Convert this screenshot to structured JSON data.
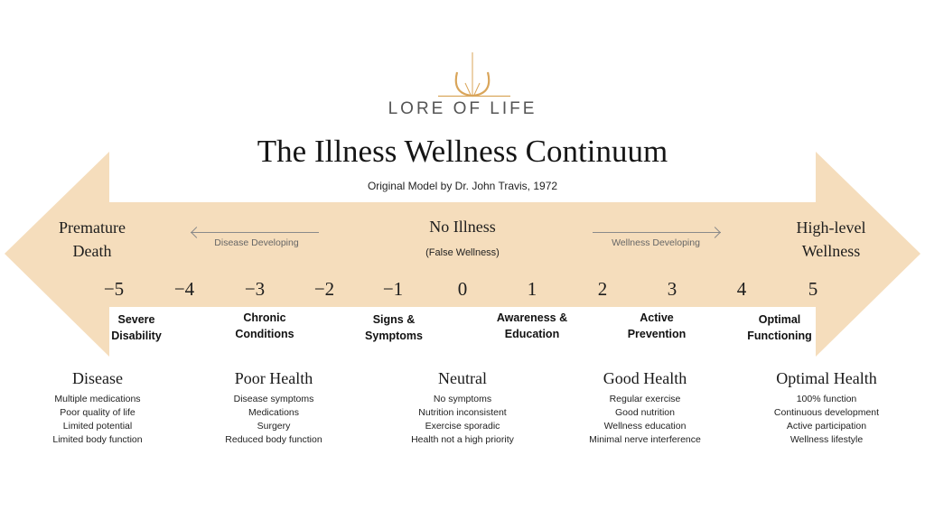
{
  "brand": {
    "name": "LORE OF LIFE",
    "accent_color": "#D9A55A"
  },
  "header": {
    "title": "The Illness Wellness Continuum",
    "subtitle": "Original Model by Dr. John Travis, 1972"
  },
  "arrow": {
    "fill_color": "#F5DDBC",
    "left_end": {
      "line1": "Premature",
      "line2": "Death"
    },
    "right_end": {
      "line1": "High-level",
      "line2": "Wellness"
    },
    "center": {
      "label": "No Illness",
      "sublabel": "(False Wellness)"
    },
    "left_direction": {
      "label": "Disease Developing",
      "icon": "arrow-left-icon"
    },
    "right_direction": {
      "label": "Wellness Developing",
      "icon": "arrow-right-icon"
    }
  },
  "scale": {
    "ticks": [
      "−5",
      "−4",
      "−3",
      "−2",
      "−1",
      "0",
      "1",
      "2",
      "3",
      "4",
      "5"
    ]
  },
  "stages": [
    {
      "line1": "Severe",
      "line2": "Disability"
    },
    {
      "line1": "Chronic",
      "line2": "Conditions"
    },
    {
      "line1": "Signs &",
      "line2": "Symptoms"
    },
    {
      "line1": "Awareness &",
      "line2": "Education"
    },
    {
      "line1": "Active",
      "line2": "Prevention"
    },
    {
      "line1": "Optimal",
      "line2": "Functioning"
    }
  ],
  "categories": [
    {
      "title": "Disease",
      "items": [
        "Multiple medications",
        "Poor quality of life",
        "Limited potential",
        "Limited body function"
      ]
    },
    {
      "title": "Poor Health",
      "items": [
        "Disease symptoms",
        "Medications",
        "Surgery",
        "Reduced body function"
      ]
    },
    {
      "title": "Neutral",
      "items": [
        "No symptoms",
        "Nutrition inconsistent",
        "Exercise sporadic",
        "Health not a high priority"
      ]
    },
    {
      "title": "Good Health",
      "items": [
        "Regular exercise",
        "Good nutrition",
        "Wellness education",
        "Minimal nerve interference"
      ]
    },
    {
      "title": "Optimal Health",
      "items": [
        "100% function",
        "Continuous development",
        "Active participation",
        "Wellness lifestyle"
      ]
    }
  ]
}
